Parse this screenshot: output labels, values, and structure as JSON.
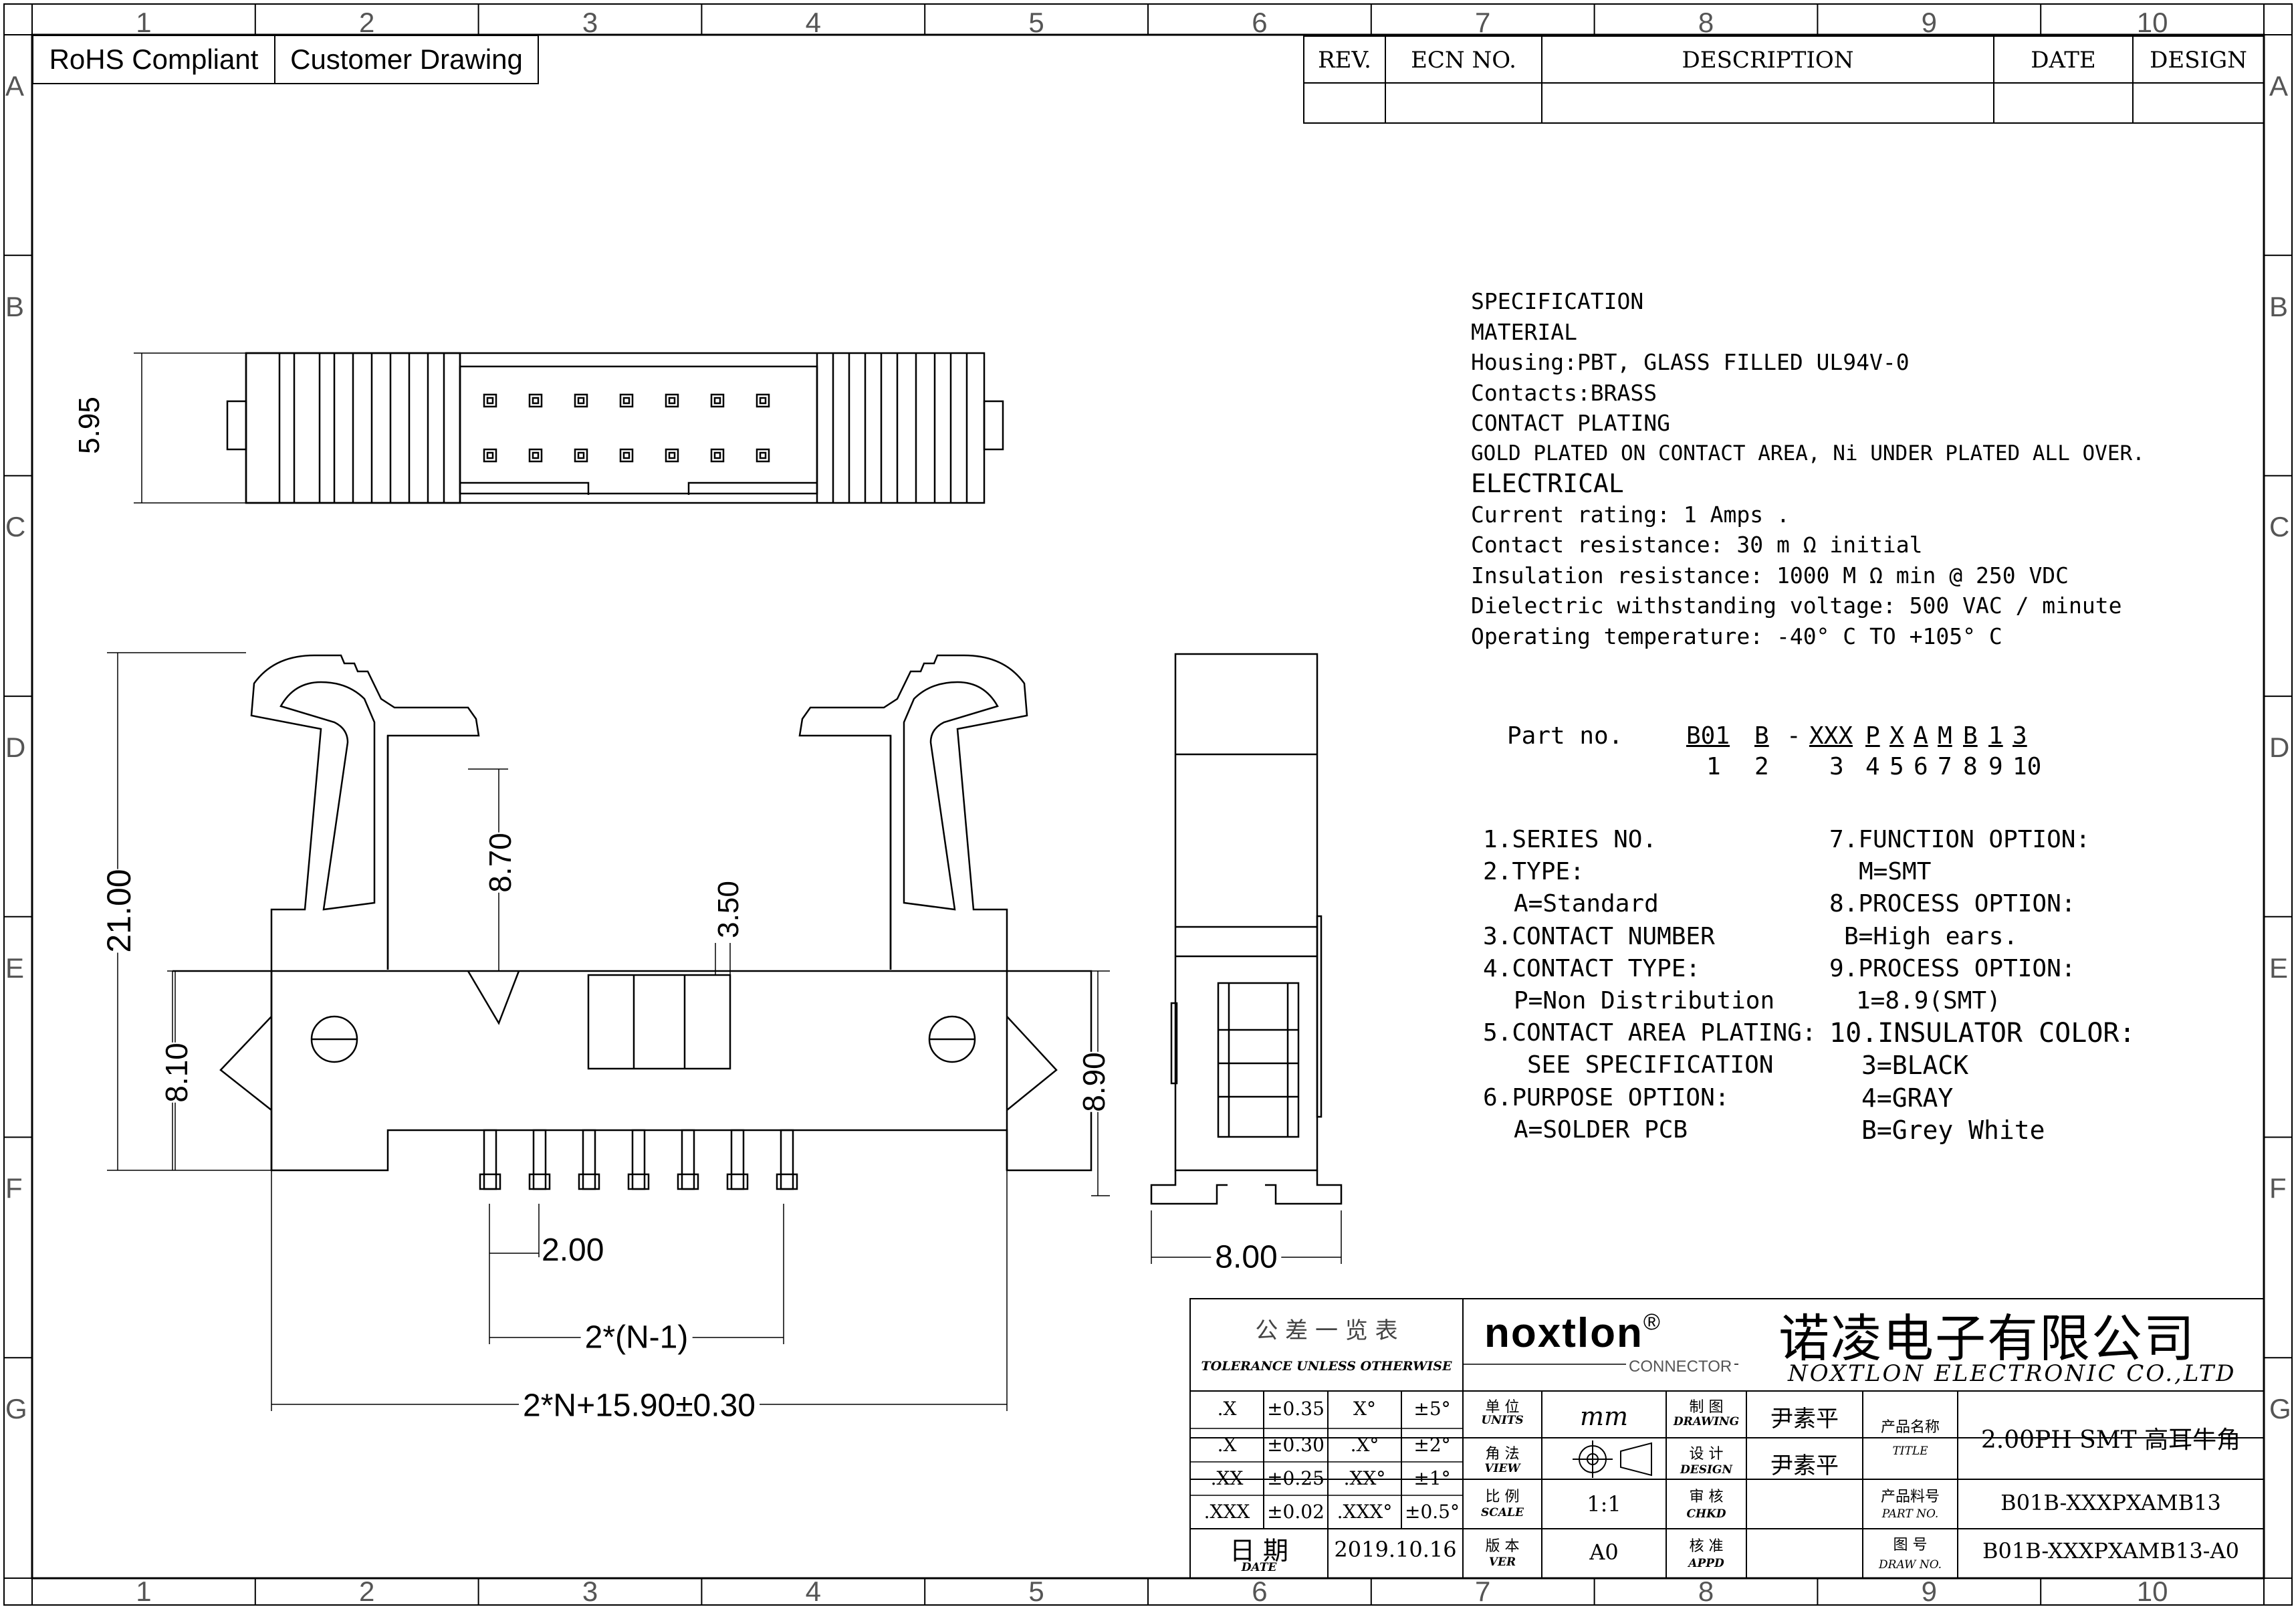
{
  "tags": {
    "rohs": "RoHS Compliant",
    "customer": "Customer Drawing"
  },
  "grid": {
    "cols": [
      "1",
      "2",
      "3",
      "4",
      "5",
      "6",
      "7",
      "8",
      "9",
      "10"
    ],
    "rows": [
      "A",
      "B",
      "C",
      "D",
      "E",
      "F",
      "G"
    ]
  },
  "revision_table": {
    "headers": [
      "REV.",
      "ECN NO.",
      "DESCRIPTION",
      "DATE",
      "DESIGN"
    ]
  },
  "specification": [
    "SPECIFICATION",
    "MATERIAL",
    "Housing:PBT, GLASS FILLED UL94V-0",
    "Contacts:BRASS",
    "CONTACT PLATING",
    "GOLD PLATED ON CONTACT AREA, Ni UNDER PLATED ALL OVER.",
    "ELECTRICAL",
    "Current rating: 1 Amps .",
    "Contact resistance: 30 m Ω initial",
    "Insulation resistance: 1000 M Ω min @ 250 VDC",
    "Dielectric withstanding voltage: 500 VAC / minute",
    "Operating temperature: -40° C TO +105° C"
  ],
  "part_no": {
    "label": "Part no.",
    "segments": [
      "B01",
      "B",
      "-",
      "XXX",
      "P",
      "X",
      "A",
      "M",
      "B",
      "1",
      "3"
    ],
    "indices": [
      "1",
      "2",
      "3",
      "4",
      "5",
      "6",
      "7",
      "8",
      "9",
      "10"
    ]
  },
  "options_left": [
    "1.SERIES NO.",
    "2.TYPE:",
    "A=Standard",
    "3.CONTACT NUMBER",
    "4.CONTACT TYPE:",
    "P=Non Distribution",
    "5.CONTACT AREA PLATING:",
    "SEE SPECIFICATION",
    "6.PURPOSE OPTION:",
    "A=SOLDER PCB"
  ],
  "options_right": [
    "7.FUNCTION OPTION:",
    "M=SMT",
    "8.PROCESS OPTION:",
    "B=High ears.",
    "9.PROCESS OPTION:",
    "1=8.9(SMT)",
    "10.INSULATOR COLOR:",
    "3=BLACK",
    "4=GRAY",
    "B=Grey White"
  ],
  "dimensions": {
    "top_height": "5.95",
    "overall_height": "21.00",
    "latch_height": "8.70",
    "body_offset": "3.50",
    "body_height_left": "8.10",
    "body_height_right": "8.90",
    "pitch": "2.00",
    "pin_span": "2*(N-1)",
    "overall_length": "2*N+15.90±0.30",
    "side_width": "8.00"
  },
  "title_block": {
    "tolerance_cn": "公 差 一 览 表",
    "tolerance_en": "TOLERANCE UNLESS OTHERWISE",
    "tolerances": [
      {
        "k1": ".X",
        "v1": "±0.35",
        "k2": "X°",
        "v2": "±5°"
      },
      {
        "k1": ".X",
        "v1": "±0.30",
        "k2": ".X°",
        "v2": "±2°"
      },
      {
        "k1": ".XX",
        "v1": "±0.25",
        "k2": ".XX°",
        "v2": "±1°"
      },
      {
        "k1": ".XXX",
        "v1": "±0.02",
        "k2": ".XXX°",
        "v2": "±0.5°"
      }
    ],
    "date_cn": "日 期",
    "date_en": "DATE",
    "date": "2019.10.16",
    "logo": "noxtlon",
    "logo_mark": "®",
    "logo_sub": "CONNECTOR",
    "company_cn": "诺凌电子有限公司",
    "company_en": "NOXTLON ELECTRONIC CO.,LTD",
    "units_cn": "单 位",
    "units_en": "UNITS",
    "units": "mm",
    "view_cn": "角 法",
    "view_en": "VIEW",
    "scale_cn": "比 例",
    "scale_en": "SCALE",
    "scale": "1:1",
    "ver_cn": "版 本",
    "ver_en": "VER",
    "ver": "A0",
    "drawing_cn": "制 图",
    "drawing_en": "DRAWING",
    "drawing_by": "尹素平",
    "design_cn": "设 计",
    "design_en": "DESIGN",
    "design_by": "尹素平",
    "chkd_cn": "审 核",
    "chkd_en": "CHKD",
    "appd_cn": "核 准",
    "appd_en": "APPD",
    "title_cn": "产品名称",
    "title_en": "TITLE",
    "title": "2.00PH SMT 高耳牛角",
    "partno_cn": "产品料号",
    "partno_en": "PART NO.",
    "partno": "B01B-XXXPXAMB13",
    "drawno_cn": "图 号",
    "drawno_en": "DRAW NO.",
    "drawno": "B01B-XXXPXAMB13-A0"
  }
}
